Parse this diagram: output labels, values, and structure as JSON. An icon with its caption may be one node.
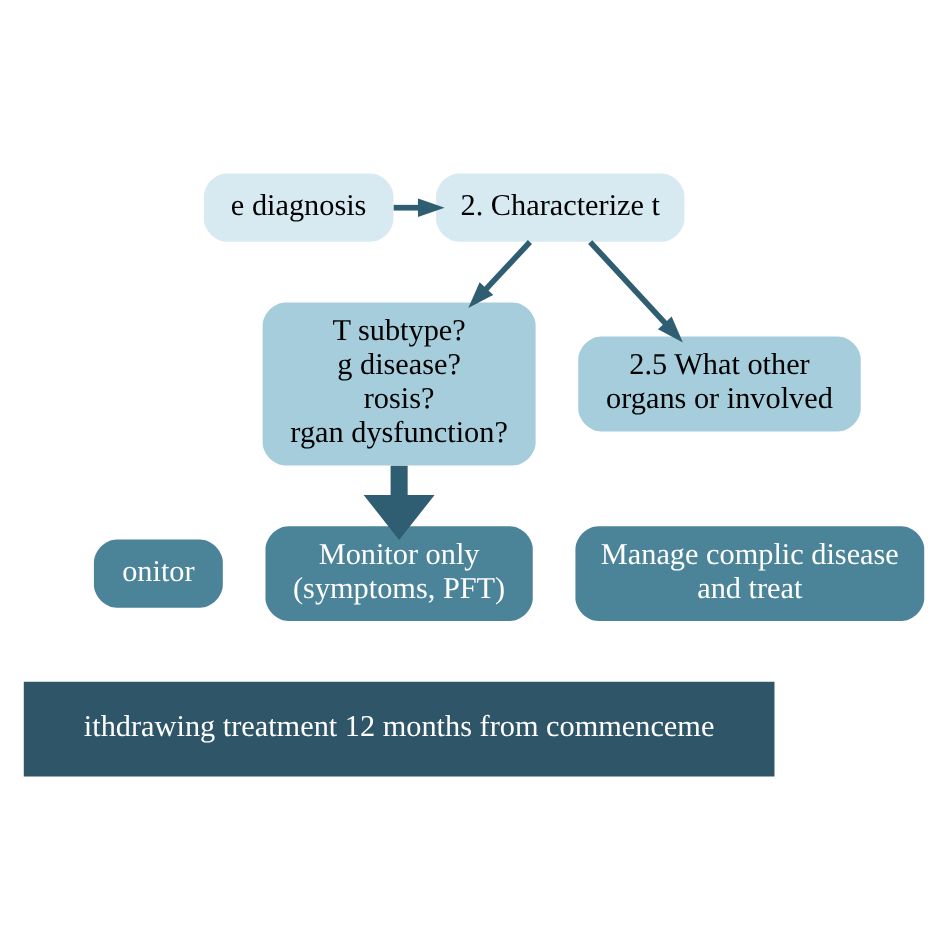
{
  "diagram": {
    "nodes": [
      {
        "text": [
          "e diagnosis"
        ]
      },
      {
        "text": [
          "2. Characterize t"
        ]
      },
      {
        "text": [
          "T subtype?",
          "g disease?",
          "rosis?",
          "rgan dysfunction?"
        ]
      },
      {
        "text": [
          "2.5 What other organs or involved"
        ]
      },
      {
        "text": [
          "onitor"
        ]
      },
      {
        "text": [
          "Monitor only (symptoms, PFT)"
        ]
      },
      {
        "text": [
          "Manage complic disease and treat"
        ]
      },
      {
        "text": [
          "ithdrawing treatment 12 months from commenceme"
        ]
      }
    ],
    "edges": [
      {
        "from": 0,
        "to": 1,
        "arrow": "to"
      },
      {
        "from": 1,
        "to": 2,
        "arrow": "to"
      },
      {
        "from": 1,
        "to": 3,
        "arrow": "to"
      },
      {
        "from": 2,
        "to": 5,
        "arrow": "to",
        "style": "thick"
      }
    ]
  }
}
